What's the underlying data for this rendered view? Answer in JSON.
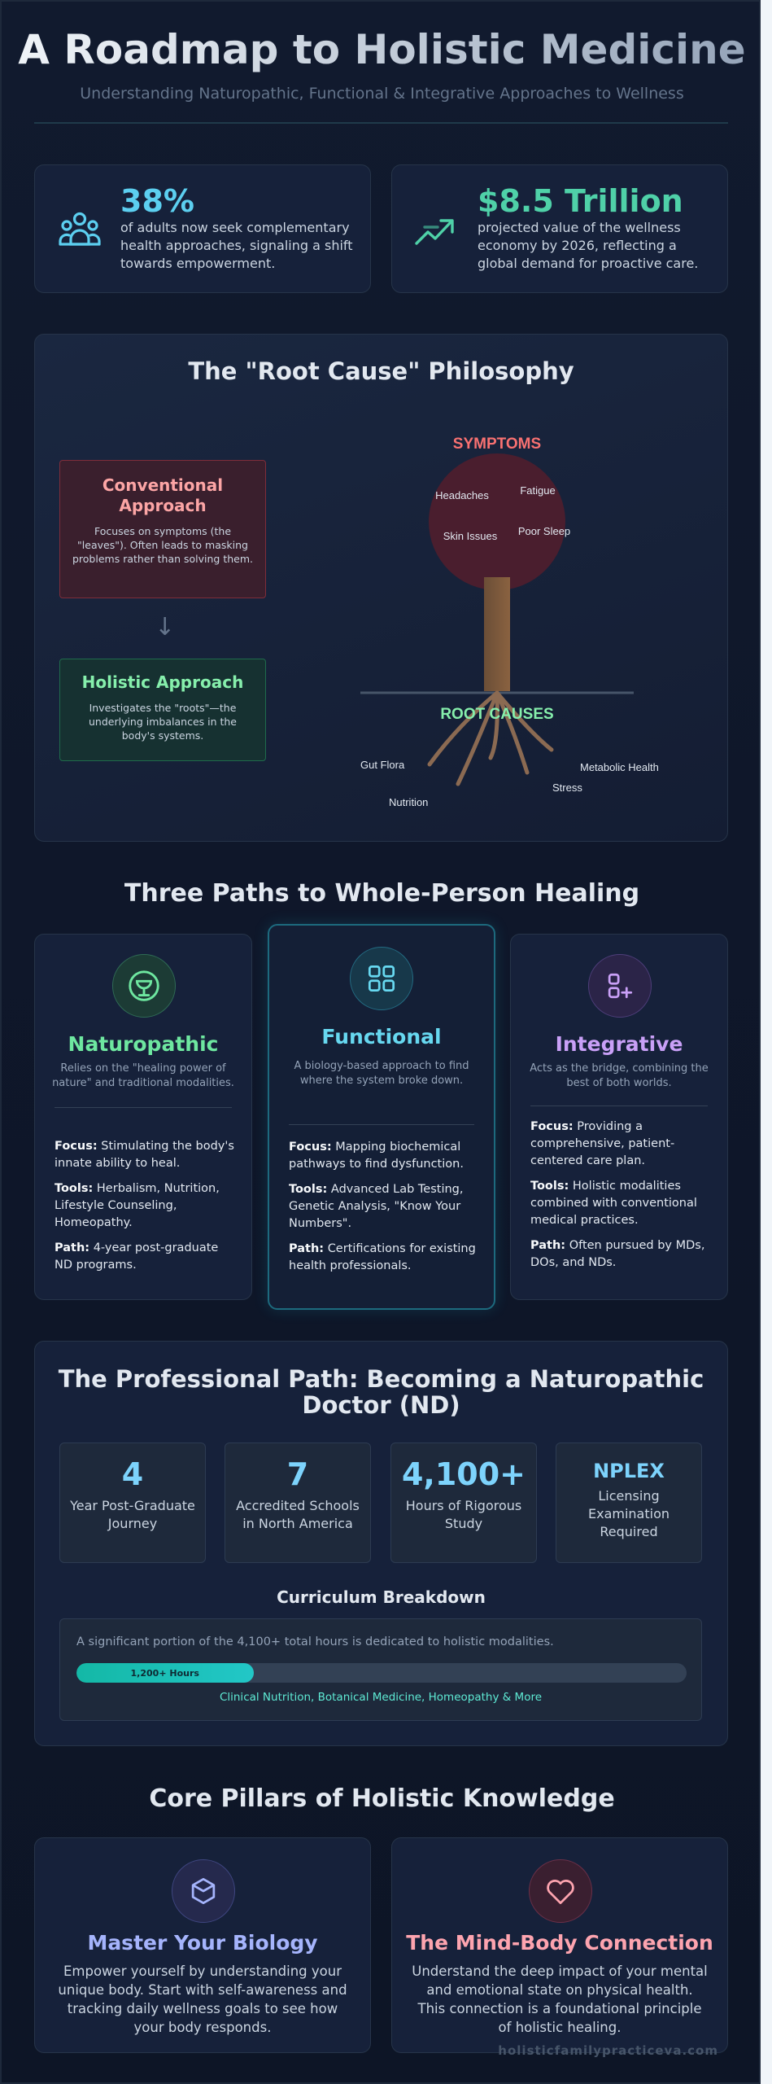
{
  "header": {
    "title": "A Roadmap to Holistic Medicine",
    "subtitle": "Understanding Naturopathic, Functional & Integrative Approaches to Wellness"
  },
  "stats": [
    {
      "value": "38%",
      "text": "of adults now seek complementary health approaches, signaling a shift towards empowerment.",
      "icon": "people-group-icon",
      "color": "#5ccff0"
    },
    {
      "value": "$8.5 Trillion",
      "text": "projected value of the wellness economy by 2026, reflecting a global demand for proactive care.",
      "icon": "trending-up-icon",
      "color": "#4fd1a8"
    }
  ],
  "philosophy": {
    "title": "The \"Root Cause\" Philosophy",
    "conventional": {
      "title": "Conventional Approach",
      "text": "Focuses on symptoms (the \"leaves\"). Often leads to masking problems rather than solving them."
    },
    "holistic": {
      "title": "Holistic Approach",
      "text": "Investigates the \"roots\"—the underlying imbalances in the body's systems."
    },
    "symptoms_label": "SYMPTOMS",
    "symptoms": [
      "Headaches",
      "Fatigue",
      "Skin Issues",
      "Poor Sleep"
    ],
    "roots_label": "ROOT CAUSES",
    "roots": [
      "Gut Flora",
      "Nutrition",
      "Stress",
      "Metabolic Health"
    ]
  },
  "paths": {
    "title": "Three Paths to Whole-Person Healing",
    "items": [
      {
        "name": "Naturopathic",
        "subtitle": "Relies on the \"healing power of nature\" and traditional modalities.",
        "focus": "Stimulating the body's innate ability to heal.",
        "tools": "Herbalism, Nutrition, Lifestyle Counseling, Homeopathy.",
        "path": "4-year post-graduate ND programs.",
        "icon": "herbal-cup-icon",
        "color": "#6ee7a0"
      },
      {
        "name": "Functional",
        "subtitle": "A biology-based approach to find where the system broke down.",
        "focus": "Mapping biochemical pathways to find dysfunction.",
        "tools": "Advanced Lab Testing, Genetic Analysis, \"Know Your Numbers\".",
        "path": "Certifications for existing health professionals.",
        "icon": "grid-apps-icon",
        "color": "#67d8f0"
      },
      {
        "name": "Integrative",
        "subtitle": "Acts as the bridge, combining the best of both worlds.",
        "focus": "Providing a comprehensive, patient-centered care plan.",
        "tools": "Holistic modalities combined with conventional medical practices.",
        "path": "Often pursued by MDs, DOs, and NDs.",
        "icon": "shapes-plus-icon",
        "color": "#c9a0f7"
      }
    ],
    "focus_label": "Focus:",
    "tools_label": "Tools:",
    "path_label": "Path:"
  },
  "professional": {
    "title": "The Professional Path: Becoming a Naturopathic Doctor (ND)",
    "stats": [
      {
        "value": "4",
        "label": "Year Post-Graduate Journey"
      },
      {
        "value": "7",
        "label": "Accredited Schools in North America"
      },
      {
        "value": "4,100+",
        "label": "Hours of Rigorous Study"
      },
      {
        "value": "NPLEX",
        "label": "Licensing Examination Required"
      }
    ],
    "curriculum_title": "Curriculum Breakdown",
    "curriculum_note": "A significant portion of the 4,100+ total hours is dedicated to holistic modalities.",
    "bar_label": "1,200+ Hours",
    "bar_fraction": 0.29,
    "modalities": "Clinical Nutrition, Botanical Medicine, Homeopathy & More"
  },
  "pillars": {
    "title": "Core Pillars of Holistic Knowledge",
    "items": [
      {
        "title": "Master Your Biology",
        "text": "Empower yourself by understanding your unique body. Start with self-awareness and tracking daily wellness goals to see how your body responds.",
        "icon": "hexagon-cap-icon",
        "color": "#a5b4fc"
      },
      {
        "title": "The Mind-Body Connection",
        "text": "Understand the deep impact of your mental and emotional state on physical health. This connection is a foundational principle of holistic healing.",
        "icon": "heart-icon",
        "color": "#fda4af"
      }
    ]
  },
  "footer": {
    "site": "holisticfamilypracticeva.com"
  }
}
